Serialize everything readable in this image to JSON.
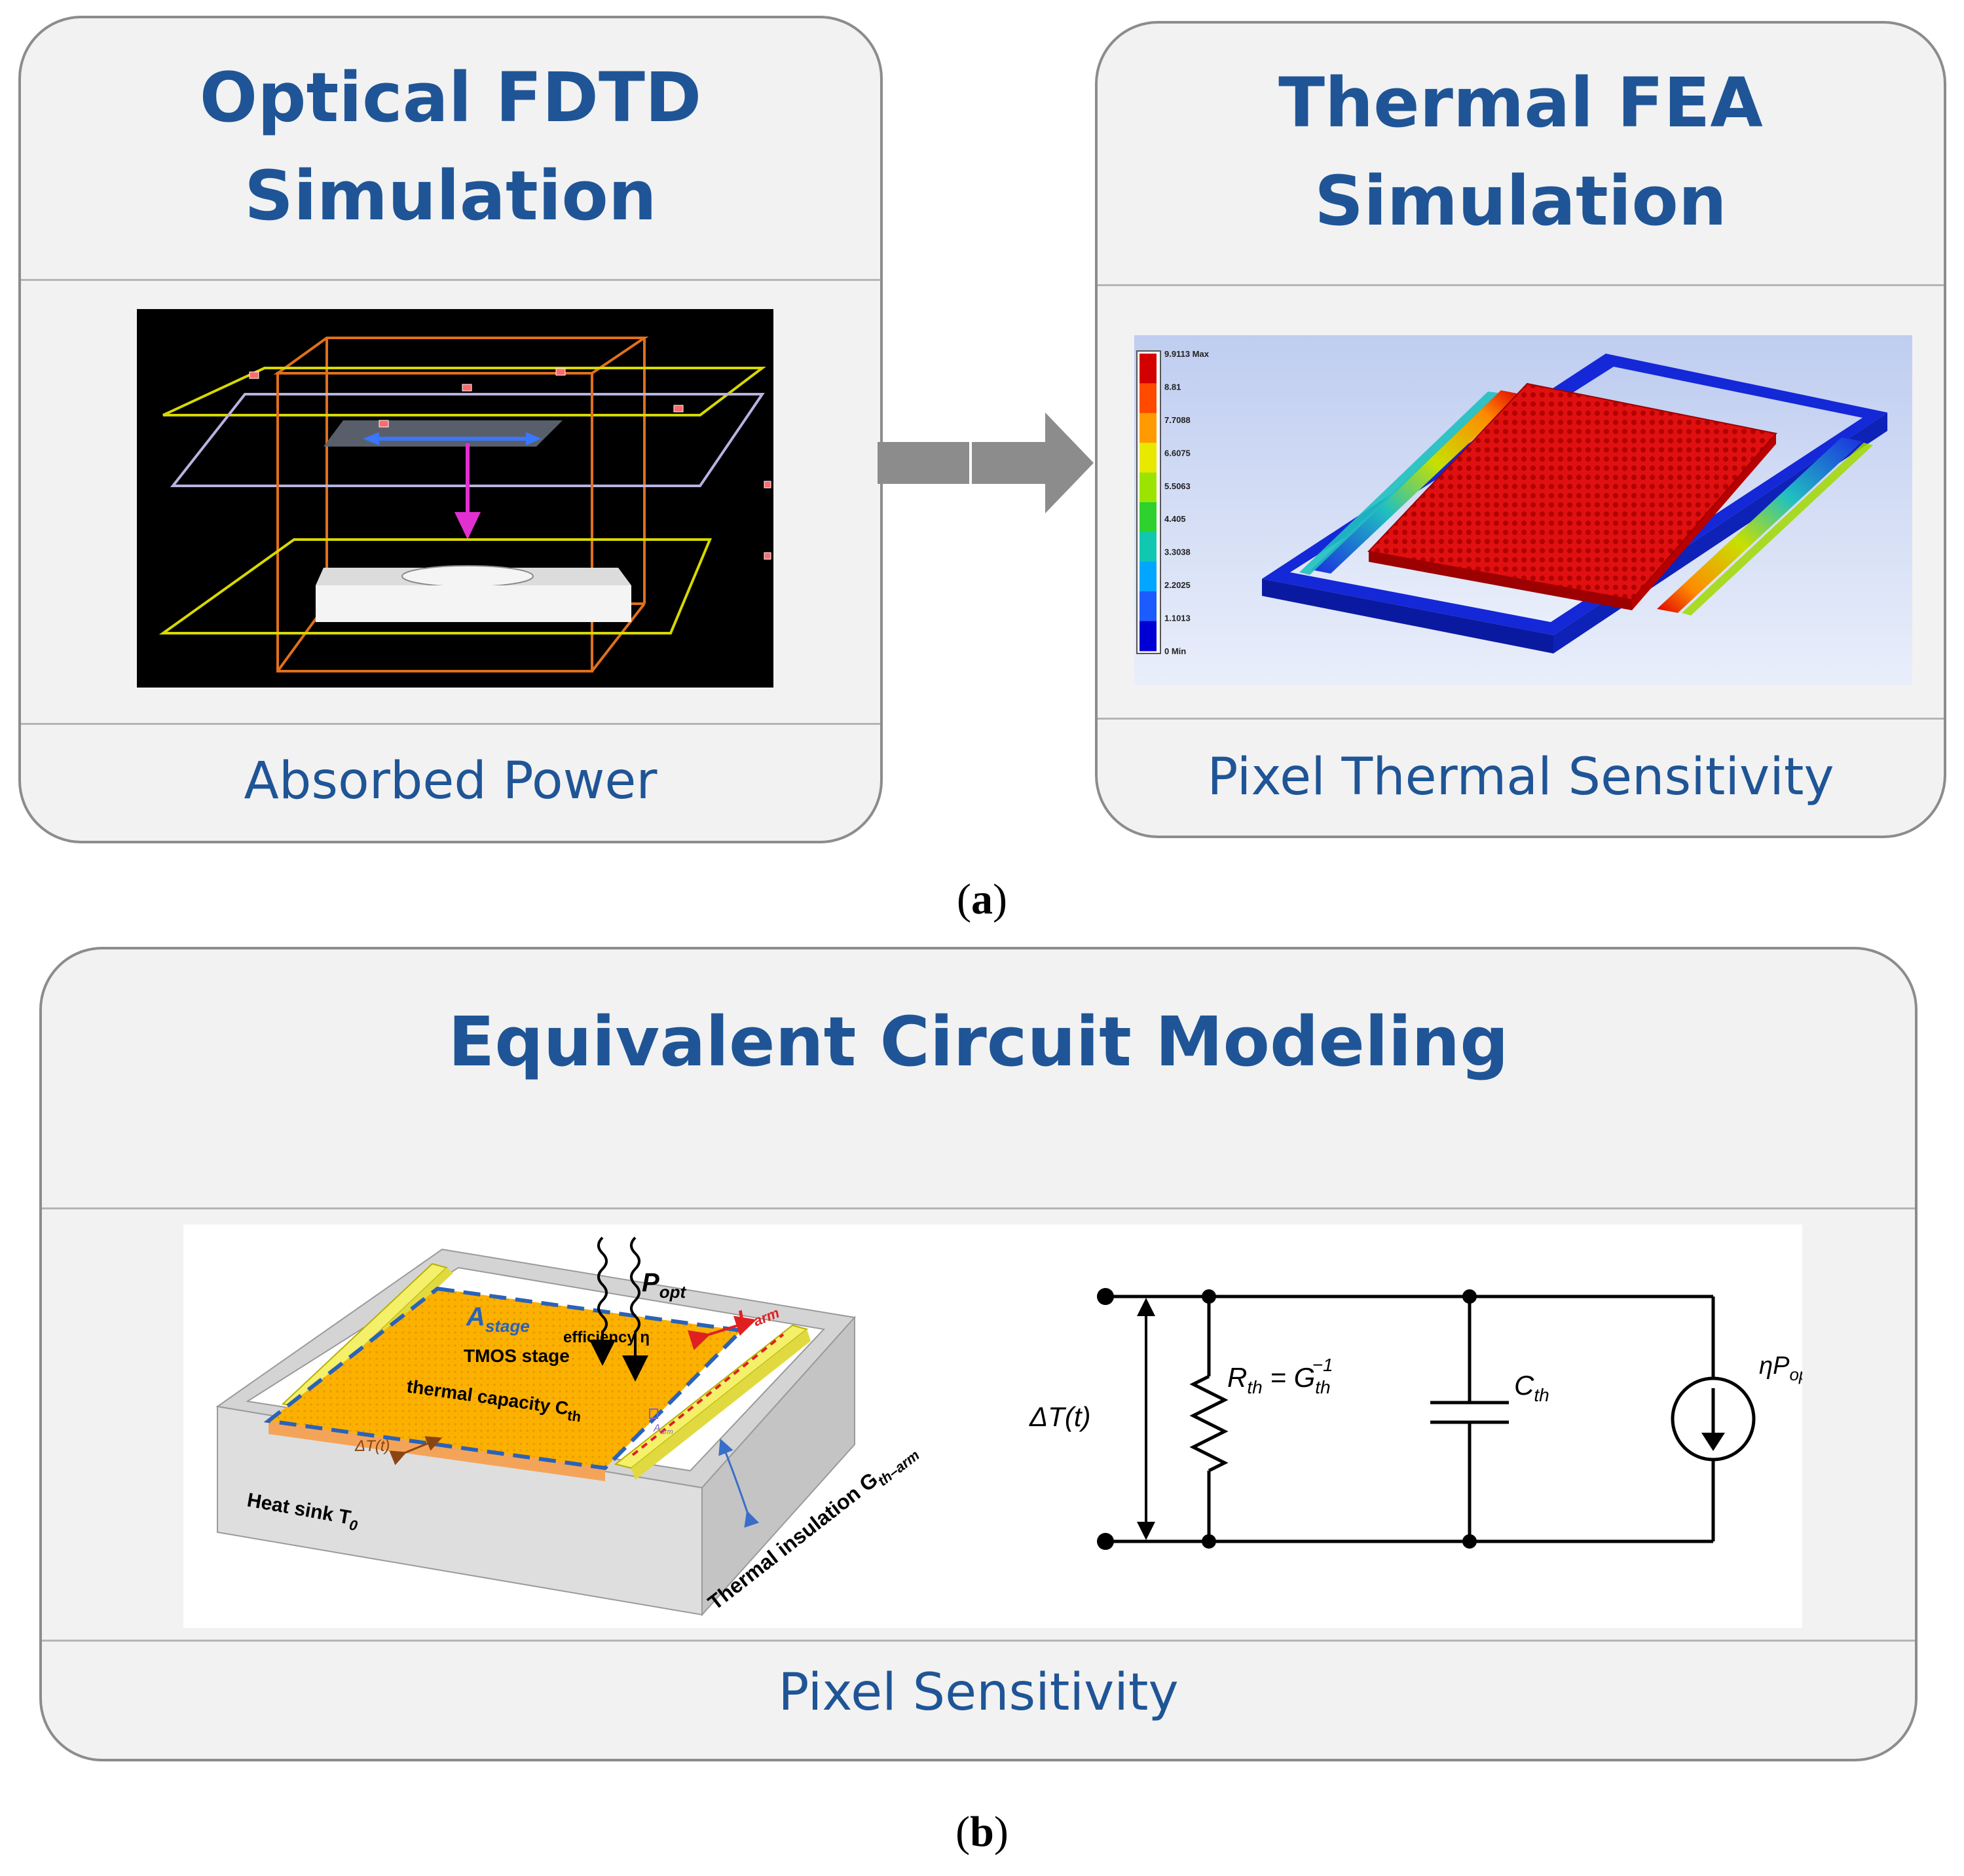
{
  "panel_a_left": {
    "title_line1": "Optical FDTD",
    "title_line2": "Simulation",
    "footer": "Absorbed Power"
  },
  "panel_a_right": {
    "title_line1": "Thermal FEA",
    "title_line2": "Simulation",
    "footer": "Pixel Thermal Sensitivity",
    "legend": [
      "9.9113 Max",
      "8.81",
      "7.7088",
      "6.6075",
      "5.5063",
      "4.405",
      "3.3038",
      "2.2025",
      "1.1013",
      "0 Min"
    ],
    "legend_colors": [
      "#d40000",
      "#ff4a00",
      "#ff9a00",
      "#e8e800",
      "#9be400",
      "#2ed12e",
      "#10c8b0",
      "#00a6ff",
      "#1c5cff",
      "#0000d4"
    ]
  },
  "caption_a": "a",
  "panel_b": {
    "title": "Equivalent Circuit Modeling",
    "footer": "Pixel Sensitivity",
    "device": {
      "p_opt": "P",
      "p_opt_sub": "opt",
      "a_stage": "A",
      "a_stage_sub": "stage",
      "efficiency": "efficiency η",
      "tmos_stage": "TMOS stage",
      "thermal_capacity": "thermal capacity C",
      "thermal_capacity_sub": "th",
      "l_arm": "L",
      "l_arm_sub": "arm",
      "a_arm": "A",
      "a_arm_sub": "arm",
      "delta_t": "ΔT(t)",
      "heat_sink": "Heat sink T",
      "heat_sink_sub": "0",
      "insulation": "Thermal insulation G",
      "insulation_sub": "th–arm"
    },
    "circuit": {
      "delta_t": "ΔT(t)",
      "r_th": "R",
      "r_th_sub": "th",
      "eq": " = G",
      "g_sub": "th",
      "g_sup": "−1",
      "c_th": "C",
      "c_th_sub": "th",
      "eta": "η",
      "source_p": "P",
      "source_sub": "opt"
    }
  },
  "caption_b": "b"
}
